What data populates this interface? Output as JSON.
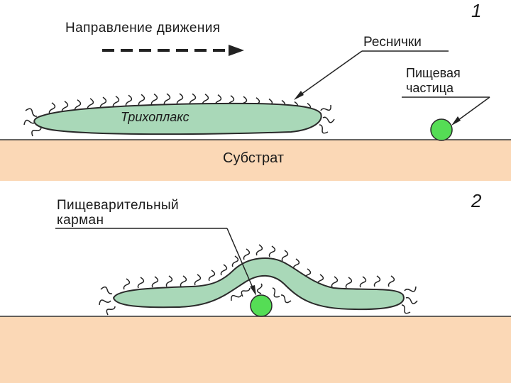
{
  "panel1": {
    "number": "1",
    "direction_label": "Направление движения",
    "cilia_label": "Реснички",
    "food_label_line1": "Пищевая",
    "food_label_line2": "частица",
    "organism_label": "Трихоплакс",
    "substrate_label": "Субстрат"
  },
  "panel2": {
    "number": "2",
    "pocket_label_line1": "Пищеварительный",
    "pocket_label_line2": "карман"
  },
  "colors": {
    "organism_fill": "#a9d8b8",
    "organism_stroke": "#2a2a2a",
    "food_particle": "#55dd55",
    "substrate": "#fbd8b6",
    "line": "#222222"
  }
}
